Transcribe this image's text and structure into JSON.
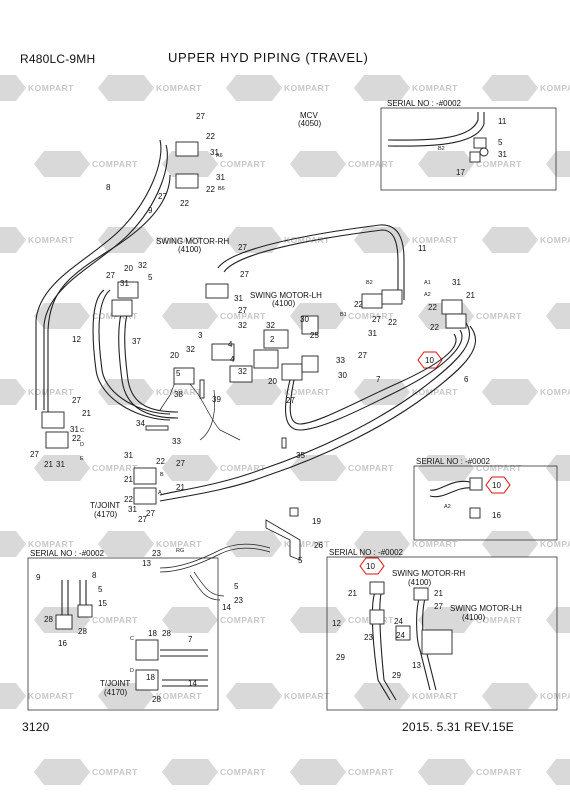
{
  "header": {
    "model": "R480LC-9MH",
    "title": "UPPER HYD PIPING (TRAVEL)"
  },
  "footer": {
    "page_number": "3120",
    "revision": "2015. 5.31   REV.15E"
  },
  "watermark": {
    "text_a": "KOMPART",
    "text_b": "COMPART"
  },
  "component_labels": {
    "mcv": "MCV",
    "mcv_ref": "(4050)",
    "swing_rh": "SWING MOTOR-RH",
    "swing_rh_ref": "(4100)",
    "swing_lh": "SWING MOTOR-LH",
    "swing_lh_ref": "(4100)",
    "tjoint": "T/JOINT",
    "tjoint_ref": "(4170)"
  },
  "insets": [
    {
      "serial": "SERIAL NO : -#0002"
    },
    {
      "serial": "SERIAL NO : -#0002"
    },
    {
      "serial": "SERIAL NO : -#0002"
    },
    {
      "serial": "SERIAL NO : -#0002"
    }
  ],
  "inset_labels": {
    "swing_rh": "SWING MOTOR-RH",
    "swing_rh_ref": "(4100)",
    "swing_lh": "SWING MOTOR-LH",
    "swing_lh_ref": "(4100)",
    "tjoint": "T/JOINT",
    "tjoint_ref": "(4170)"
  },
  "highlighted_part": "10",
  "port_codes": [
    "A6",
    "B6",
    "A1",
    "B1",
    "A2",
    "B2",
    "RG",
    "C",
    "D",
    "B",
    "A",
    "E"
  ],
  "colors": {
    "highlight": "#dd1111",
    "watermark": "#d9d9d9",
    "line": "#222222"
  }
}
